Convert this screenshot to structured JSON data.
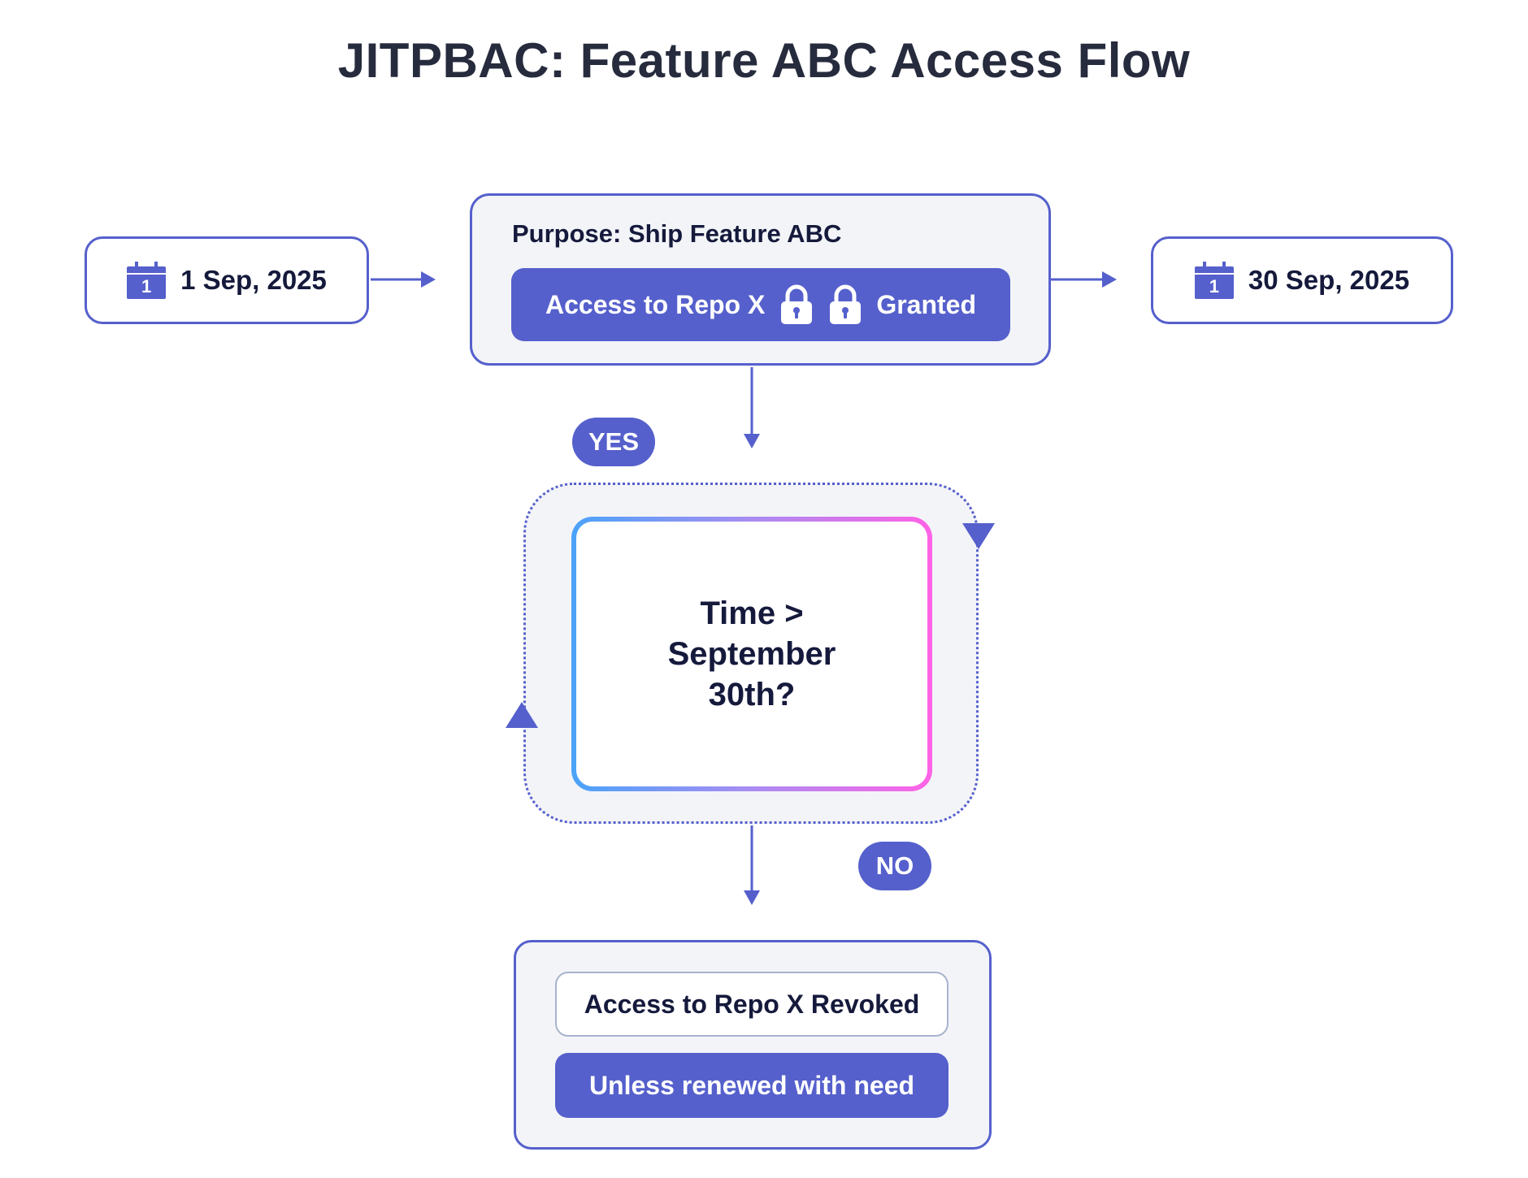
{
  "title": "JITPBAC: Feature ABC Access Flow",
  "start_date": {
    "icon": "calendar-icon",
    "day": "1",
    "label": "1 Sep, 2025"
  },
  "end_date": {
    "icon": "calendar-icon",
    "day": "1",
    "label": "30 Sep, 2025"
  },
  "purpose": {
    "label": "Purpose: Ship Feature ABC",
    "access_label": "Access to Repo X",
    "status_label": "Granted",
    "icons": [
      "lock-icon",
      "lock-icon"
    ]
  },
  "decision": {
    "lines": [
      "Time >",
      "September",
      "30th?"
    ],
    "yes_label": "YES",
    "no_label": "NO"
  },
  "outcome": {
    "revoked_label": "Access to Repo X Revoked",
    "renew_label": "Unless renewed with need"
  },
  "colors": {
    "accent": "#5560cc",
    "panel_bg": "#f3f4f8",
    "text_dark": "#151a3c",
    "gradient_start": "#4aa3f8",
    "gradient_end": "#ff62e6"
  }
}
